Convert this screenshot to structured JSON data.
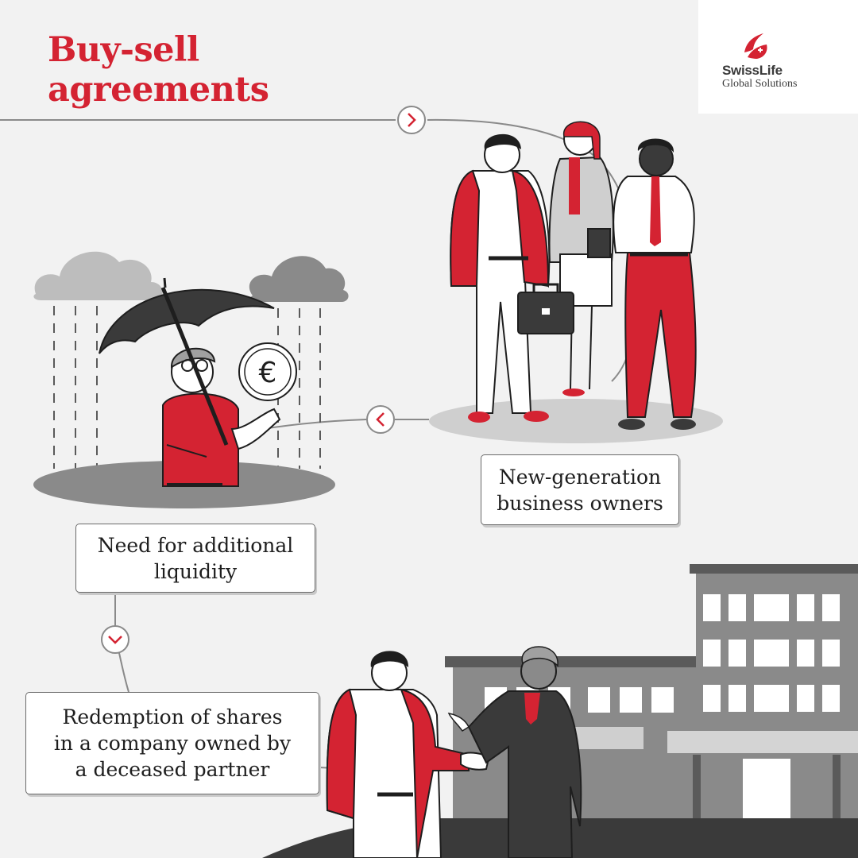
{
  "header": {
    "title_line1": "Buy-sell",
    "title_line2": "agreements"
  },
  "brand": {
    "name": "SwissLife",
    "subtitle": "Global Solutions",
    "colors": {
      "red": "#d42332",
      "dark": "#3a3a3a",
      "grey": "#8a8a8a",
      "light": "#f2f2f2"
    }
  },
  "steps": {
    "owners": {
      "line1": "New-generation",
      "line2": "business owners"
    },
    "liquidity": {
      "line1": "Need for additional",
      "line2": "liquidity"
    },
    "redemption": {
      "line1": "Redemption of shares",
      "line2": "in a company owned by",
      "line3": "a deceased partner"
    }
  },
  "illustration": {
    "currency_symbol": "€",
    "icons": [
      "chevron-right-icon",
      "chevron-left-icon",
      "chevron-down-icon",
      "umbrella-icon",
      "rain-cloud-icon",
      "euro-coin-icon",
      "briefcase-icon",
      "office-building-icon",
      "handshake-icon"
    ]
  }
}
